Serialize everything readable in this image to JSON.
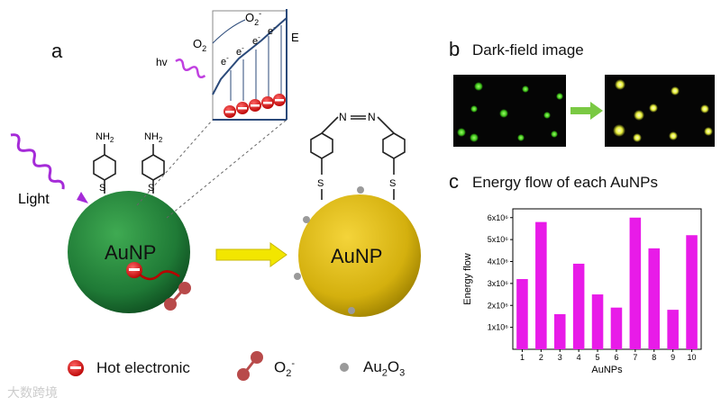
{
  "panels": {
    "a": {
      "label": "a"
    },
    "b": {
      "label": "b",
      "title": "Dark-field image"
    },
    "c": {
      "label": "c",
      "title": "Energy flow of each AuNPs"
    }
  },
  "diagram": {
    "light_label": "Light",
    "hv_label": "hv",
    "energy_label": "E",
    "o2_label": "O",
    "o2_minus_label": "O",
    "electron_label": "e",
    "particle_left": "AuNP",
    "particle_right": "AuNP",
    "amine_label": "NH",
    "sulfur_label": "S",
    "azo_label": "N",
    "colors": {
      "green_particle": "#1f7a36",
      "gold_particle": "#d4b00e",
      "electron": "#cc1111",
      "o2_dot": "#b84a4a",
      "light_wave": "#a52bd8",
      "arrow_yellow": "#f2e600"
    }
  },
  "legend": {
    "hot_electronic": "Hot electronic",
    "o2_label": "O",
    "o2_superscript": "2",
    "o2_sup": "-",
    "au2o3": "Au",
    "au2o3_sub": "2",
    "au2o3_tail": "O",
    "au2o3_sub2": "3"
  },
  "chart_data": {
    "type": "bar",
    "title": "Energy flow of each AuNPs",
    "xlabel": "AuNPs",
    "ylabel": "Energy flow",
    "categories": [
      "1",
      "2",
      "3",
      "4",
      "5",
      "6",
      "7",
      "8",
      "9",
      "10"
    ],
    "values": [
      3200000,
      5800000,
      1600000,
      3900000,
      2500000,
      1900000,
      6000000,
      4600000,
      1800000,
      5200000
    ],
    "ylim": [
      0,
      6400000
    ],
    "yticks": [
      "1x10⁶",
      "2x10⁶",
      "3x10⁶",
      "4x10⁶",
      "5x10⁶",
      "6x10⁶"
    ],
    "ytick_values": [
      1000000,
      2000000,
      3000000,
      4000000,
      5000000,
      6000000
    ],
    "bar_color": "#e81be8"
  },
  "watermark": "大数跨境"
}
